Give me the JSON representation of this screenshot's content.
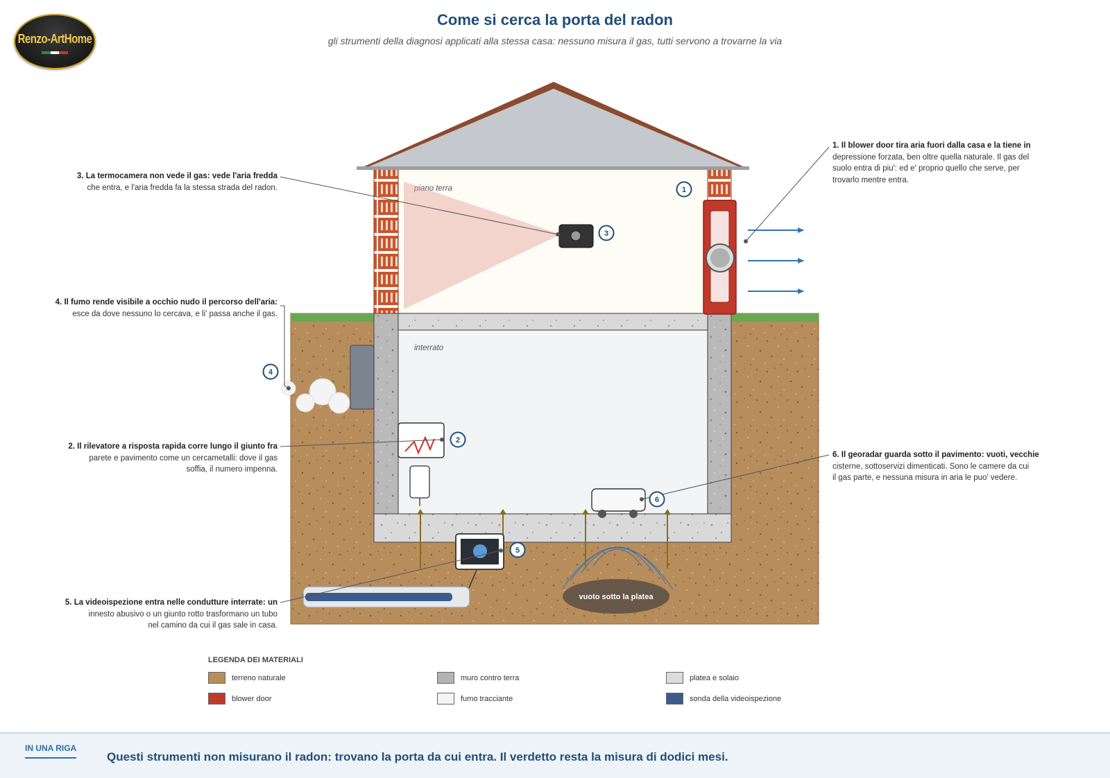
{
  "header": {
    "title": "Come si cerca la porta del radon",
    "subtitle": "gli strumenti della diagnosi applicati alla stessa casa: nessuno misura il gas, tutti servono a trovarne la via"
  },
  "logo": {
    "text": "Renzo-ArtHome"
  },
  "diagram": {
    "ground_floor_label": "piano terra",
    "basement_label": "interrato",
    "void_label": "vuoto sotto la platea",
    "markers": [
      "1",
      "2",
      "3",
      "4",
      "5",
      "6"
    ]
  },
  "callouts": {
    "c1": {
      "head": "1. Il blower door tira aria fuori dalla casa e la tiene in",
      "body": [
        "depressione forzata, ben oltre quella naturale. Il gas del",
        "suolo entra di piu': ed e' proprio quello che serve, per",
        "trovarlo mentre entra."
      ]
    },
    "c2": {
      "head": "2. Il rilevatore a risposta rapida corre lungo il giunto fra",
      "body": [
        "parete e pavimento come un cercametalli: dove il gas",
        "soffia, il numero impenna."
      ]
    },
    "c3": {
      "head": "3. La termocamera non vede il gas: vede l'aria fredda",
      "body": [
        "che entra, e l'aria fredda fa la stessa strada del radon."
      ]
    },
    "c4": {
      "head": "4. Il fumo rende visibile a occhio nudo il percorso dell'aria:",
      "body": [
        "esce da dove nessuno lo cercava, e li' passa anche il gas."
      ]
    },
    "c5": {
      "head": "5. La videoispezione entra nelle condutture interrate: un",
      "body": [
        "innesto abusivo o un giunto rotto trasformano un tubo",
        "nel camino da cui il gas sale in casa."
      ]
    },
    "c6": {
      "head": "6. Il georadar guarda sotto il pavimento: vuoti, vecchie",
      "body": [
        "cisterne, sottoservizi dimenticati. Sono le camere da cui",
        "il gas parte, e nessuna misura in aria le puo' vedere."
      ]
    }
  },
  "legend": {
    "title": "LEGENDA DEI MATERIALI",
    "items": [
      {
        "label": "terreno naturale",
        "color": "#b88d5c"
      },
      {
        "label": "muro contro terra",
        "color": "#b3b3b3"
      },
      {
        "label": "platea e solaio",
        "color": "#dcdcdc"
      },
      {
        "label": "blower door",
        "color": "#c0392b"
      },
      {
        "label": "fumo tracciante",
        "color": "#f4f4f4"
      },
      {
        "label": "sonda della videoispezione",
        "color": "#3b5b8c"
      }
    ]
  },
  "footer": {
    "label": "IN UNA RIGA",
    "text": "Questi strumenti non misurano il radon: trovano la porta da cui entra. Il verdetto resta la misura di dodici mesi."
  },
  "colors": {
    "accent": "#1f4e79",
    "marker": "#1f4e79",
    "soil": "#b88d5c",
    "grass": "#6aa84f",
    "brick": "#c8552e",
    "roof": "#c5c8cd",
    "roof_edge": "#8a4b2e",
    "blower": "#c0392b",
    "arrow": "#2e74b5"
  }
}
